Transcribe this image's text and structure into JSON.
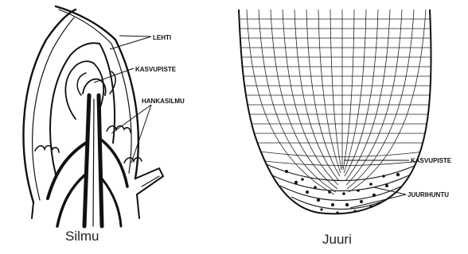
{
  "left_figure": {
    "caption": "Silmu",
    "labels": {
      "leaf": "LEHTI",
      "growth_point": "KASVUPISTE",
      "axillary_bud": "HANKASILMU"
    }
  },
  "right_figure": {
    "caption": "Juuri",
    "labels": {
      "growth_point": "KASVUPISTE",
      "root_cap": "JUURIHUNTU"
    }
  }
}
